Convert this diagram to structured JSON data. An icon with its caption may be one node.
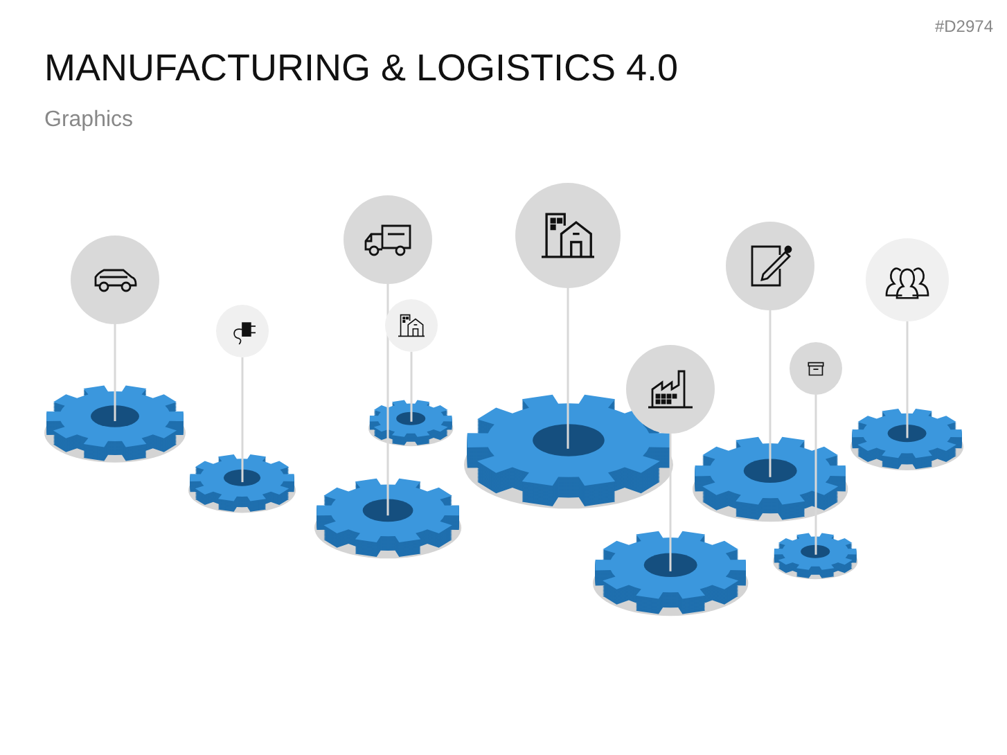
{
  "diagram": {
    "title": "MANUFACTURING & LOGISTICS 4.0",
    "caption": "Graphics",
    "nodes": [
      {
        "text": [],
        "shape": "circle"
      },
      {
        "text": [],
        "shape": "picture"
      },
      {
        "text": [],
        "shape": "circle"
      },
      {
        "text": [],
        "shape": "picture"
      },
      {
        "text": [],
        "shape": "circle"
      },
      {
        "text": [],
        "shape": "picture"
      },
      {
        "text": [],
        "shape": "circle"
      },
      {
        "text": [],
        "shape": "picture"
      },
      {
        "text": [],
        "shape": "circle"
      },
      {
        "text": [],
        "shape": "picture"
      },
      {
        "text": [],
        "shape": "circle"
      },
      {
        "text": [],
        "shape": "picture"
      },
      {
        "text": [],
        "shape": "circle"
      },
      {
        "text": [],
        "shape": "picture"
      },
      {
        "text": [],
        "shape": "circle"
      },
      {
        "text": [],
        "shape": "picture"
      },
      {
        "text": [],
        "shape": "circle"
      },
      {
        "text": [],
        "shape": "picture"
      }
    ],
    "edges": [
      {
        "from": 0,
        "to": 1,
        "arrow": "none"
      },
      {
        "from": 2,
        "to": 3,
        "arrow": "none"
      },
      {
        "from": 4,
        "to": 5,
        "arrow": "none"
      },
      {
        "from": 6,
        "to": 7,
        "arrow": "none"
      },
      {
        "from": 8,
        "to": 9,
        "arrow": "none"
      },
      {
        "from": 10,
        "to": 11,
        "arrow": "none"
      },
      {
        "from": 12,
        "to": 13,
        "arrow": "none"
      },
      {
        "from": 14,
        "to": 15,
        "arrow": "none"
      },
      {
        "from": 16,
        "to": 17,
        "arrow": "none"
      }
    ],
    "labels": [
      "#D2974"
    ]
  }
}
